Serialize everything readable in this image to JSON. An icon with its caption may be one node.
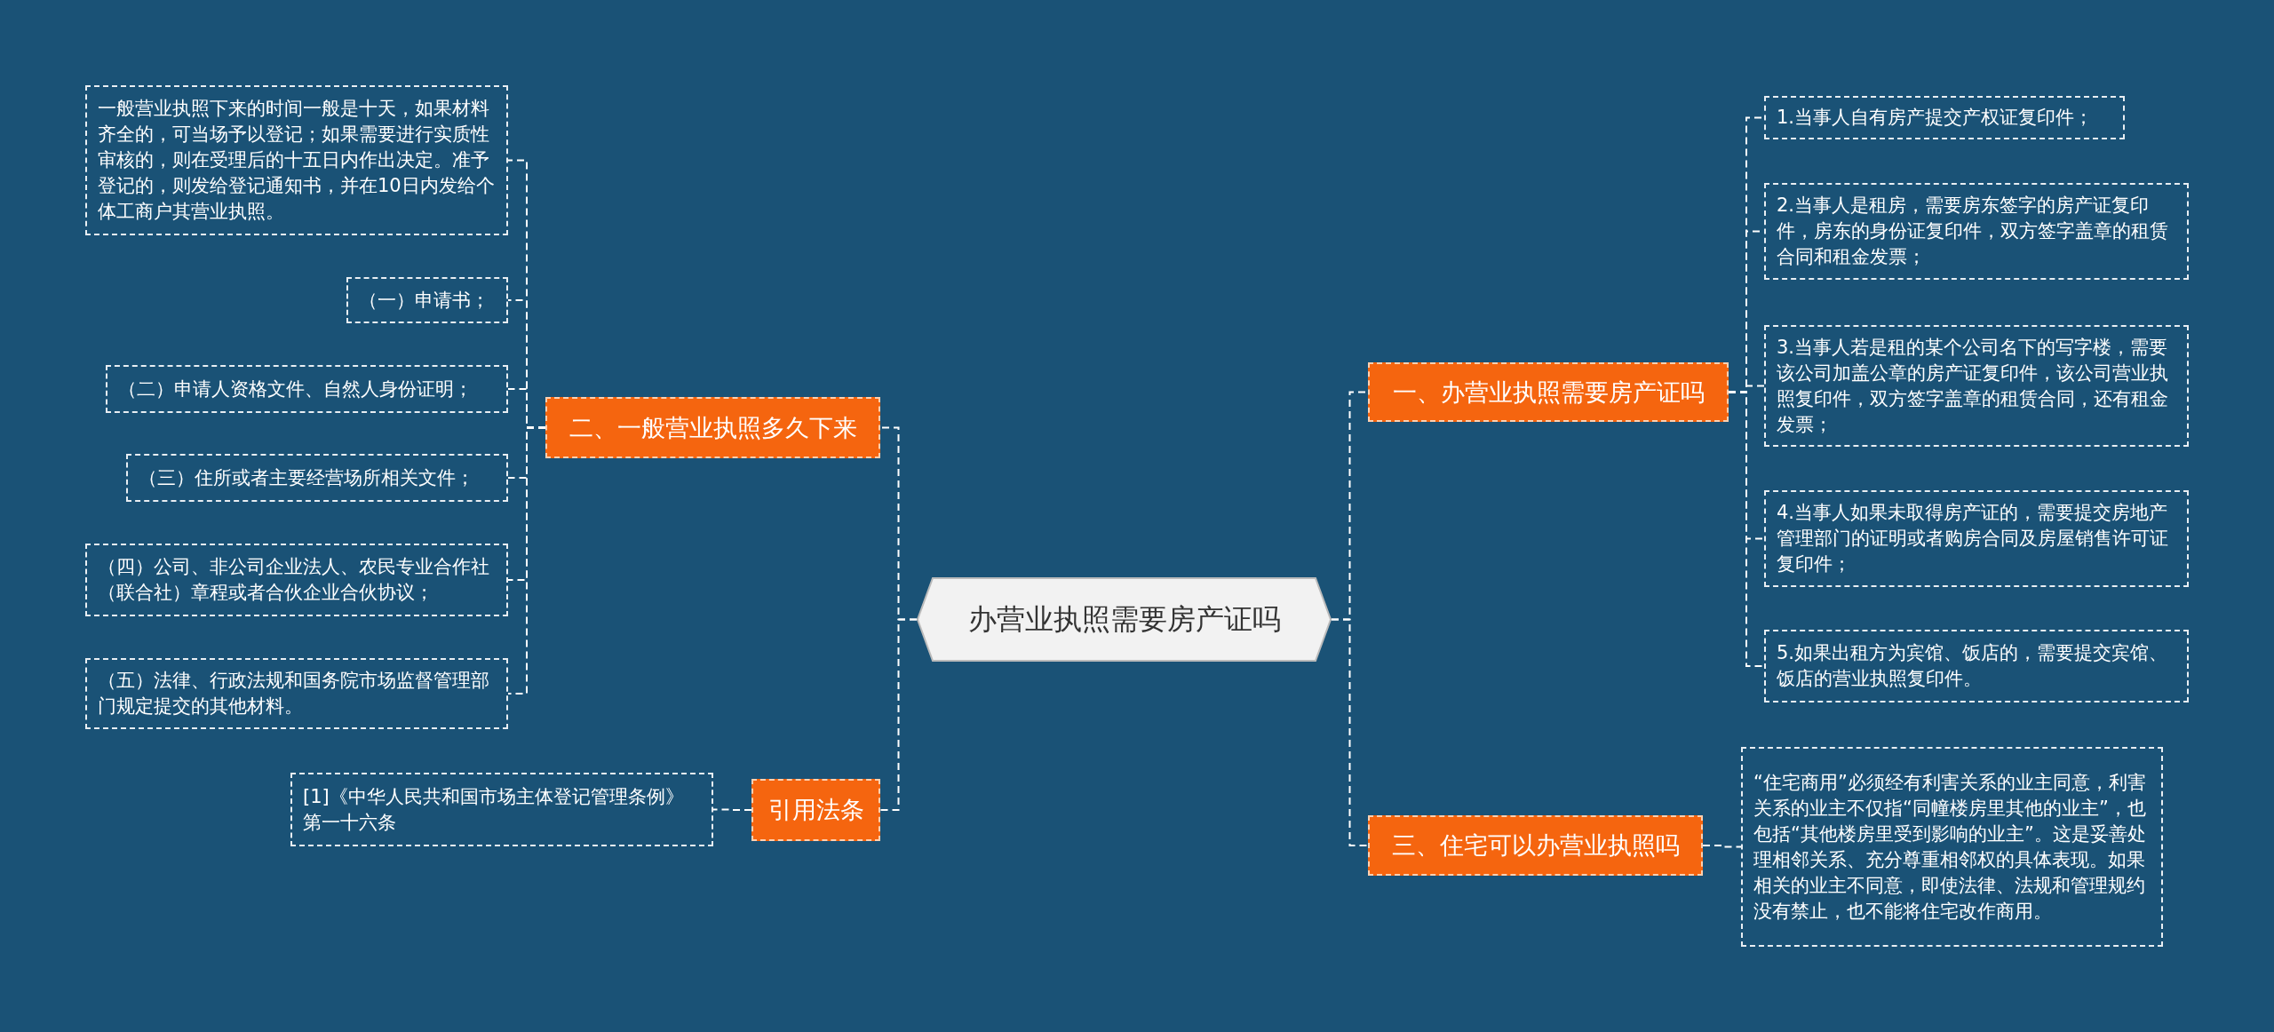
{
  "diagram": {
    "nodes": [
      {
        "text": [
          "办营业执照需要房产证吗"
        ]
      },
      {
        "text": [
          "一、办营业执照需要房产证吗"
        ]
      },
      {
        "text": [
          "三、住宅可以办营业执照吗"
        ]
      },
      {
        "text": [
          "二、一般营业执照多久下来"
        ]
      },
      {
        "text": [
          "引用法条"
        ]
      },
      {
        "text": [
          "1.当事人自有房产提交产权证复印件；"
        ]
      },
      {
        "text": [
          "2.当事人是租房，需要房东签字的房产证复印件，房东的身份证复印件，双方签字盖章的租赁合同和租金发票；"
        ]
      },
      {
        "text": [
          "3.当事人若是租的某个公司名下的写字楼，需要该公司加盖公章的房产证复印件，该公司营业执照复印件，双方签字盖章的租赁合同，还有租金发票；"
        ]
      },
      {
        "text": [
          "4.当事人如果未取得房产证的，需要提交房地产管理部门的证明或者购房合同及房屋销售许可证复印件；"
        ]
      },
      {
        "text": [
          "5.如果出租方为宾馆、饭店的，需要提交宾馆、饭店的营业执照复印件。"
        ]
      },
      {
        "text": [
          "“住宅商用”必须经有利害关系的业主同意，利害关系的业主不仅指“同幢楼房里其他的业主”，也包括“其他楼房里受到影响的业主”。这是妥善处理相邻关系、充分尊重相邻权的具体表现。如果相关的业主不同意，即使法律、法规和管理规约没有禁止，也不能将住宅改作商用。"
        ]
      },
      {
        "text": [
          "一般营业执照下来的时间一般是十天，如果材料齐全的，可当场予以登记；如果需要进行实质性审核的，则在受理后的十五日内作出决定。准予登记的，则发给登记通知书，并在10日内发给个体工商户其营业执照。"
        ]
      },
      {
        "text": [
          "（一）申请书；"
        ]
      },
      {
        "text": [
          "（二）申请人资格文件、自然人身份证明；"
        ]
      },
      {
        "text": [
          "（三）住所或者主要经营场所相关文件；"
        ]
      },
      {
        "text": [
          "（四）公司、非公司企业法人、农民专业合作社（联合社）章程或者合伙企业合伙协议；"
        ]
      },
      {
        "text": [
          "（五）法律、行政法规和国务院市场监督管理部门规定提交的其他材料。"
        ]
      },
      {
        "text": [
          "[1]《中华人民共和国市场主体登记管理条例》第一十六条"
        ]
      }
    ],
    "edges": [
      {
        "from": 0,
        "to": 1,
        "arrow": "none"
      },
      {
        "from": 0,
        "to": 2,
        "arrow": "none"
      },
      {
        "from": 0,
        "to": 3,
        "arrow": "none"
      },
      {
        "from": 0,
        "to": 4,
        "arrow": "none"
      },
      {
        "from": 1,
        "to": 5,
        "arrow": "none"
      },
      {
        "from": 1,
        "to": 6,
        "arrow": "none"
      },
      {
        "from": 1,
        "to": 7,
        "arrow": "none"
      },
      {
        "from": 1,
        "to": 8,
        "arrow": "none"
      },
      {
        "from": 1,
        "to": 9,
        "arrow": "none"
      },
      {
        "from": 2,
        "to": 10,
        "arrow": "none"
      },
      {
        "from": 3,
        "to": 11,
        "arrow": "none"
      },
      {
        "from": 3,
        "to": 12,
        "arrow": "none"
      },
      {
        "from": 3,
        "to": 13,
        "arrow": "none"
      },
      {
        "from": 3,
        "to": 14,
        "arrow": "none"
      },
      {
        "from": 3,
        "to": 15,
        "arrow": "none"
      },
      {
        "from": 3,
        "to": 16,
        "arrow": "none"
      },
      {
        "from": 4,
        "to": 17,
        "arrow": "none"
      }
    ]
  }
}
